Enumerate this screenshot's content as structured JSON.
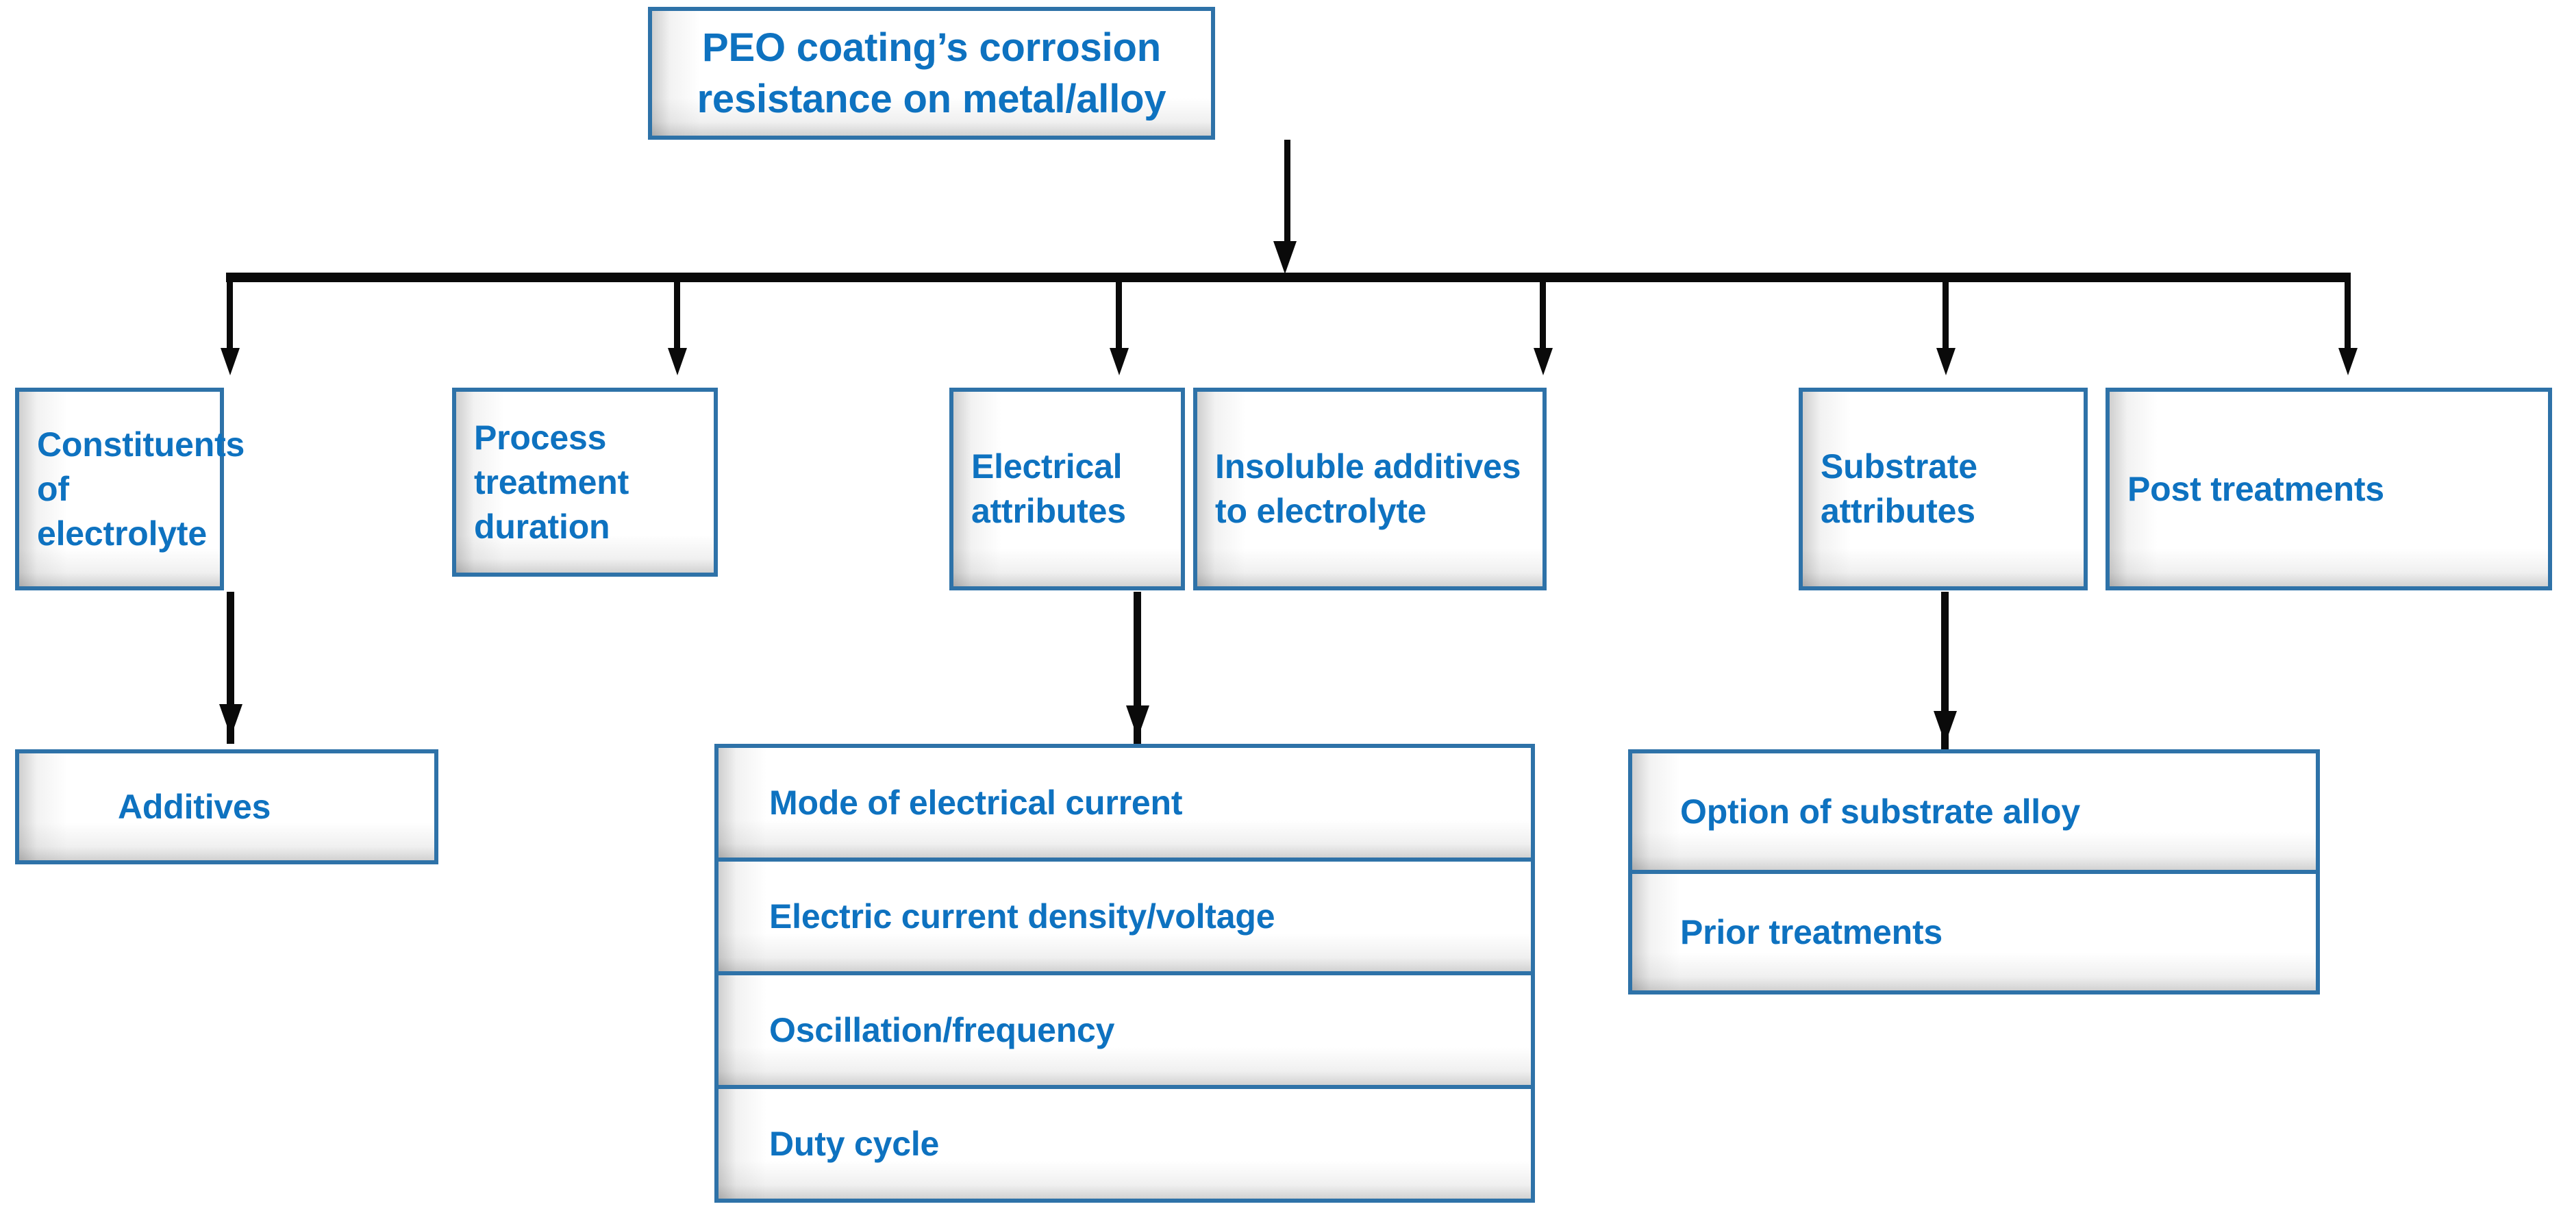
{
  "diagram": {
    "title": "PEO coating’s corrosion resistance on metal/alloy",
    "type": "flowchart",
    "orientation": "top-down",
    "colors": {
      "text": "#0E72C0",
      "box_border": "#2E72A8",
      "connector": "#0A0A0A",
      "background": "#FFFFFF"
    },
    "root": {
      "label": "PEO coating’s corrosion resistance on metal/alloy"
    },
    "branches": [
      {
        "label": "Constituents of electrolyte",
        "children": [
          {
            "label": "Additives"
          }
        ]
      },
      {
        "label": "Process  treatment duration",
        "children": []
      },
      {
        "label": "Electrical attributes",
        "children": [
          {
            "label": "Mode of electrical current"
          },
          {
            "label": "Electric current density/voltage"
          },
          {
            "label": "Oscillation/frequency"
          },
          {
            "label": "Duty cycle"
          }
        ]
      },
      {
        "label": "Insoluble additives to electrolyte",
        "children": []
      },
      {
        "label": "Substrate attributes",
        "children": [
          {
            "label": "Option of substrate alloy"
          },
          {
            "label": "Prior treatments"
          }
        ]
      },
      {
        "label": "Post treatments",
        "children": []
      }
    ]
  }
}
